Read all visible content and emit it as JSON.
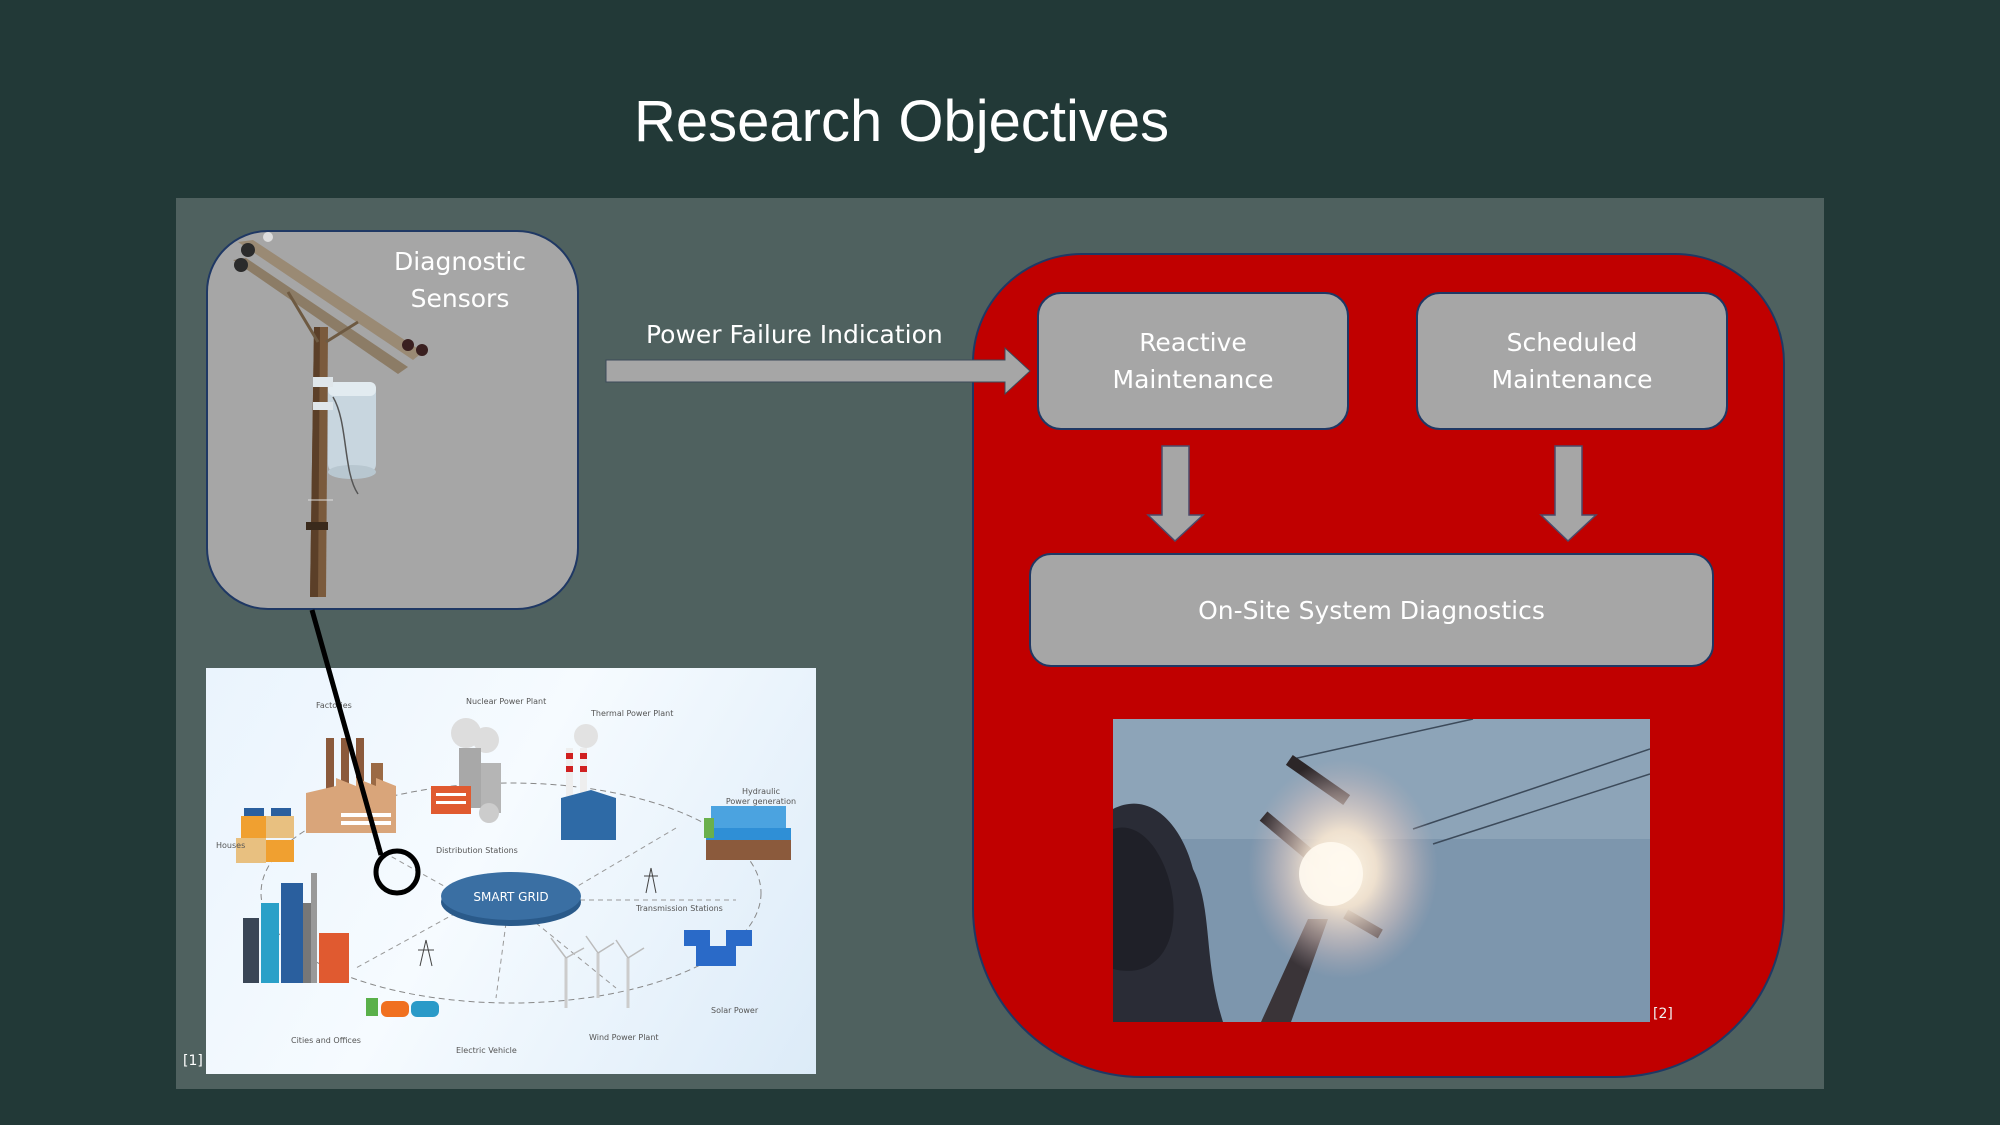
{
  "slide": {
    "title": "Research Objectives"
  },
  "diagram": {
    "sensor_box": {
      "label_line1": "Diagnostic",
      "label_line2": "Sensors",
      "image": "utility-pole-with-transformer"
    },
    "connector_arrow": {
      "label": "Power Failure Indication"
    },
    "maintenance_container": {
      "reactive": {
        "line1": "Reactive",
        "line2": "Maintenance"
      },
      "scheduled": {
        "line1": "Scheduled",
        "line2": "Maintenance"
      },
      "diagnostics": {
        "label": "On-Site System Diagnostics"
      },
      "photo": "exploding-transformer-on-pole",
      "citation": "[2]"
    },
    "smart_grid_image": {
      "center_label": "SMART GRID",
      "labels": {
        "factories": "Factories",
        "nuclear": "Nuclear Power Plant",
        "thermal": "Thermal Power Plant",
        "hydro_line1": "Hydraulic",
        "hydro_line2": "Power generation",
        "houses": "Houses",
        "distribution": "Distribution Stations",
        "transmission": "Transmission Stations",
        "cities": "Cities and Offices",
        "ev": "Electric Vehicle",
        "wind": "Wind Power Plant",
        "solar": "Solar Power"
      },
      "citation": "[1]"
    }
  },
  "colors": {
    "background": "#223937",
    "panel": "#4f615f",
    "container_red": "#c00000",
    "box_gray": "#a6a6a6",
    "outline_navy": "#1f3864",
    "text": "#ffffff"
  }
}
